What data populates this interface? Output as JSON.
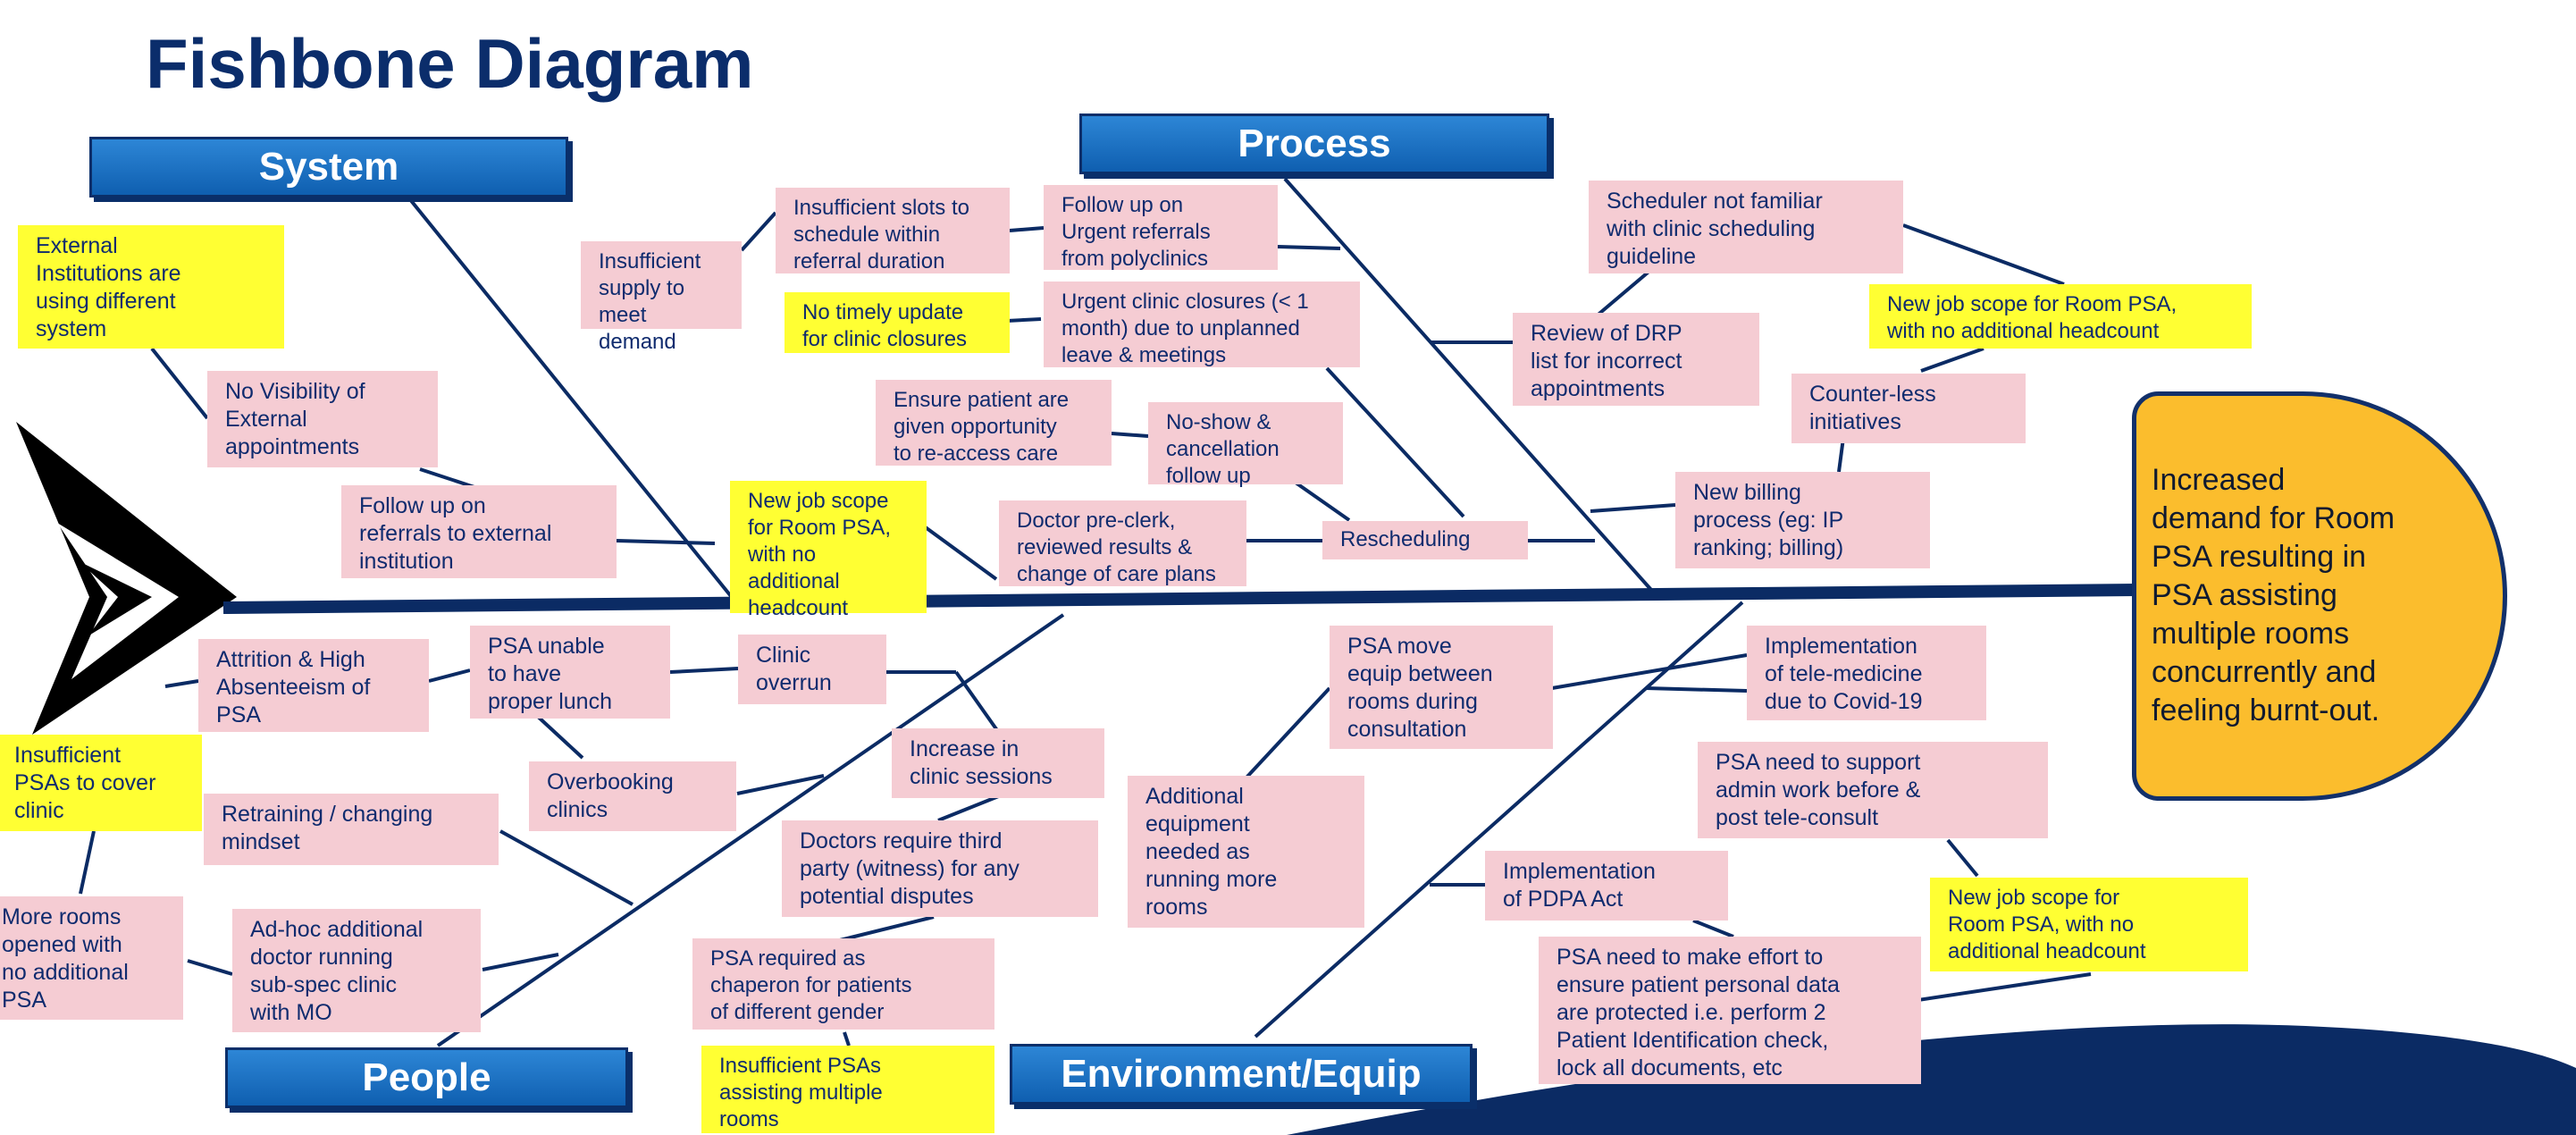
{
  "title": "Fishbone Diagram",
  "categories": {
    "system": "System",
    "process": "Process",
    "people": "People",
    "environment": "Environment/Equip"
  },
  "problem": "Increased\ndemand for Room\nPSA resulting in\nPSA assisting\nmultiple rooms\nconcurrently and\nfeeling burnt-out.",
  "causes": {
    "external_institutions": "External\nInstitutions are\nusing different\nsystem",
    "no_visibility": "No Visibility of\nExternal\nappointments",
    "follow_up_external": "Follow up on\nreferrals to external\ninstitution",
    "insufficient_supply": "Insufficient\nsupply to\nmeet demand",
    "insufficient_slots": "Insufficient slots to\nschedule within\nreferral duration",
    "follow_up_urgent": "Follow up on\nUrgent referrals\nfrom polyclinics",
    "no_timely_update": "No timely update\nfor clinic closures",
    "urgent_clinic_closures": "Urgent clinic closures (< 1\nmonth) due to unplanned\nleave & meetings",
    "ensure_reaccess": "Ensure patient are\ngiven opportunity\nto re-access care",
    "noshow": "No-show &\ncancellation\nfollow up",
    "new_job_scope_1": "New job scope\nfor Room PSA,\nwith no\nadditional\nheadcount",
    "doctor_preclerk": "Doctor pre-clerk,\nreviewed results &\nchange of care plans",
    "rescheduling": "Rescheduling",
    "scheduler_not_familiar": "Scheduler not familiar\nwith clinic scheduling\nguideline",
    "new_job_scope_2": "New job scope for Room PSA,\nwith no additional headcount",
    "review_drp": "Review of DRP\nlist for incorrect\nappointments",
    "counterless": "Counter-less\ninitiatives",
    "new_billing": "New billing\nprocess (eg: IP\nranking; billing)",
    "attrition": "Attrition & High\nAbsenteeism of\nPSA",
    "psa_unable_lunch": "PSA unable\nto have\nproper lunch",
    "clinic_overrun": "Clinic\noverrun",
    "insufficient_psas_cover": "Insufficient\nPSAs to cover\nclinic",
    "overbooking": "Overbooking\nclinics",
    "increase_sessions": "Increase in\nclinic sessions",
    "retraining": "Retraining / changing\nmindset",
    "doctors_require_third_party": "Doctors require third\nparty (witness) for any\npotential disputes",
    "more_rooms": "More rooms\nopened with\nno additional\nPSA",
    "adhoc_doctor": "Ad-hoc additional\ndoctor running\nsub-spec clinic\nwith MO",
    "psa_chaperon": "PSA required as\nchaperon for patients\nof different gender",
    "insufficient_psas_multiple": "Insufficient PSAs\nassisting multiple\nrooms",
    "psa_move_equip": "PSA move\nequip between\nrooms during\nconsultation",
    "additional_equipment": "Additional\nequipment\nneeded as\nrunning more\nrooms",
    "tele_medicine": "Implementation\nof tele-medicine\ndue to Covid-19",
    "psa_admin_work": "PSA need to support\nadmin work before &\npost tele-consult",
    "pdpa": "Implementation\nof PDPA Act",
    "new_job_scope_3": "New job scope for\nRoom PSA, with no\nadditional headcount",
    "psa_personal_data": "PSA need to make effort to\nensure patient personal data\nare protected i.e. perform 2\nPatient Identification check,\nlock all documents, etc"
  }
}
